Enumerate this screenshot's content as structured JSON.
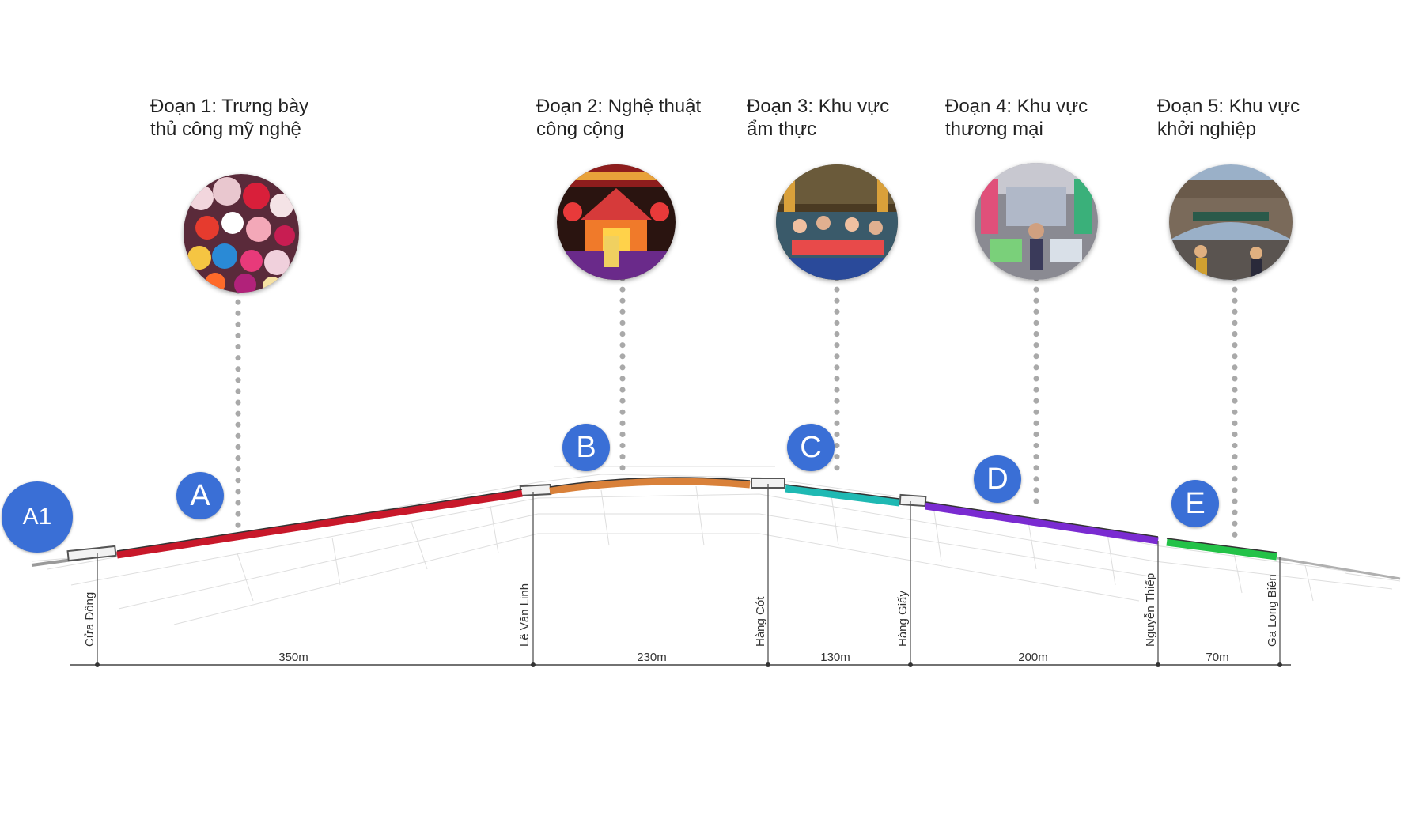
{
  "segments": [
    {
      "line1": "Đoạn 1: Trưng bày",
      "line2": "thủ công mỹ nghệ",
      "photo": "handicraft-lanterns-photo",
      "color": "#c8182a"
    },
    {
      "line1": "Đoạn 2: Nghệ thuật",
      "line2": "công cộng",
      "photo": "public-art-stage-photo",
      "color": "#d9813a"
    },
    {
      "line1": "Đoạn 3: Khu vực",
      "line2": "ẩm thực",
      "photo": "food-court-photo",
      "color": "#1fb9b3"
    },
    {
      "line1": "Đoạn 4: Khu vực",
      "line2": "thương mại",
      "photo": "market-stalls-photo",
      "color": "#7a2bd1"
    },
    {
      "line1": "Đoạn 5: Khu vực",
      "line2": "khởi nghiệp",
      "photo": "railway-arch-photo",
      "color": "#23c248"
    }
  ],
  "markers": [
    "A1",
    "A",
    "B",
    "C",
    "D",
    "E"
  ],
  "markerColor": "#3a6fd6",
  "streets": [
    "Cửa Đông",
    "Lê Văn Linh",
    "Hàng Cót",
    "Hàng Giấy",
    "Nguyễn Thiếp",
    "Ga Long Biên"
  ],
  "distances": [
    "350m",
    "230m",
    "130m",
    "200m",
    "70m"
  ]
}
